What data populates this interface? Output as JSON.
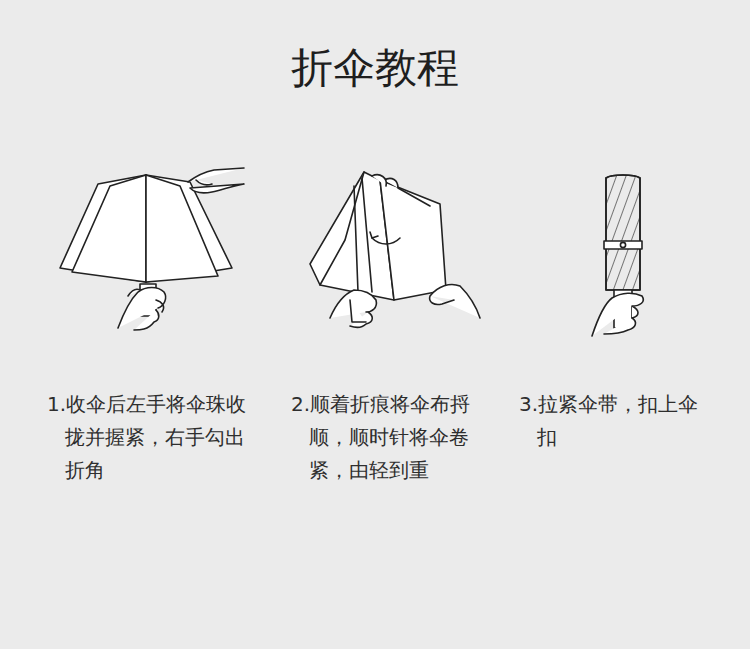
{
  "diagram": {
    "title": "折伞教程",
    "labels": [
      "1.收伞后左手将伞珠收拢并握紧，右手勾出折角",
      "2.顺着折痕将伞布捋顺，顺时针将伞卷紧，由轻到重",
      "3.拉紧伞带，扣上伞扣"
    ]
  }
}
